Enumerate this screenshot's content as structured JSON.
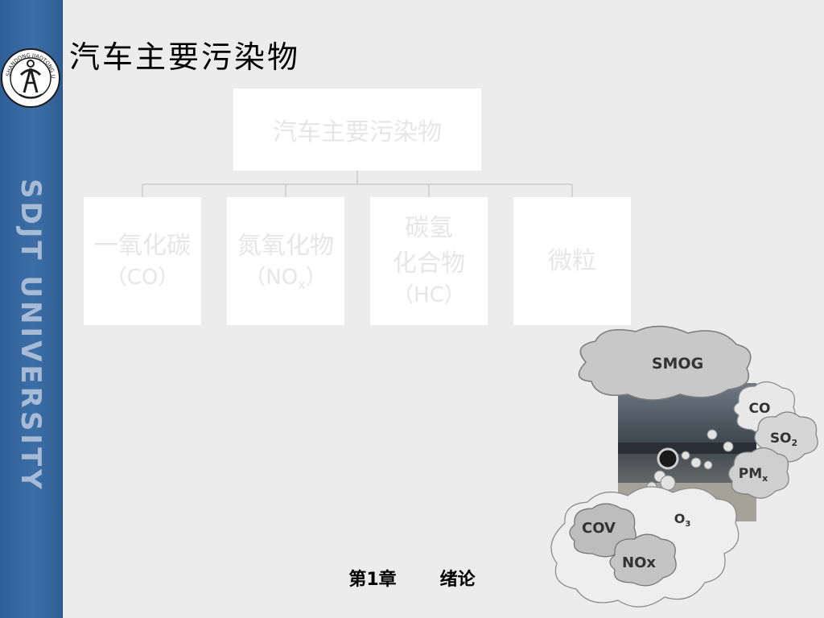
{
  "sidebar": {
    "vertical_text": "SDJT UNIVERSITY",
    "logo_ring_text": "SHANDONG JIAOTONG UNIVERSITY"
  },
  "slide": {
    "title": "汽车主要污染物",
    "root": "汽车主要污染物",
    "children": [
      {
        "line1": "一氧化碳",
        "line2": "（CO）"
      },
      {
        "line1": "氮氧化物",
        "line2_main": "（NO",
        "line2_sub": "x",
        "line2_end": "）"
      },
      {
        "line1": "碳氢",
        "line2": "化合物",
        "line3": "（HC）"
      },
      {
        "line1": "微粒"
      }
    ]
  },
  "illustration": {
    "labels": {
      "smog": "SMOG",
      "co": "CO",
      "so2_main": "SO",
      "so2_sub": "2",
      "pmx_main": "PM",
      "pmx_sub": "x",
      "o3_main": "O",
      "o3_sub": "3",
      "cov": "COV",
      "nox": "NOx"
    }
  },
  "footer": {
    "chapter": "第1章",
    "section": "绪论"
  }
}
